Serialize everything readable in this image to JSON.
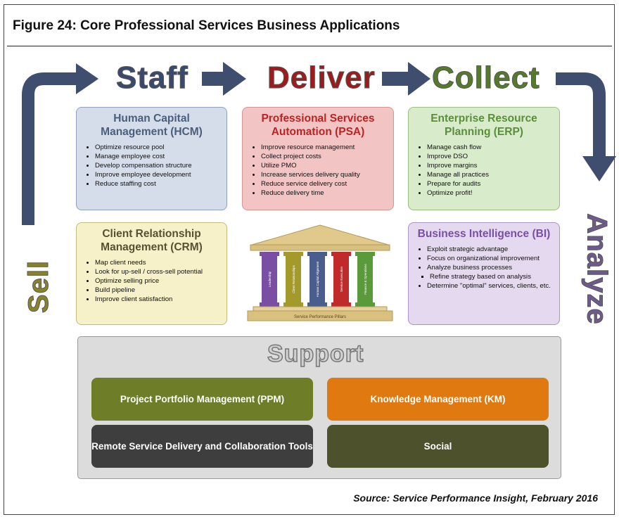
{
  "figure": {
    "title": "Figure 24:  Core Professional Services Business Applications",
    "source": "Source: Service Performance Insight, February 2016"
  },
  "flow": {
    "staff": "Staff",
    "deliver": "Deliver",
    "collect": "Collect",
    "sell": "Sell",
    "analyze": "Analyze"
  },
  "boxes": {
    "hcm": {
      "title": "Human Capital Management (HCM)",
      "items": [
        "Optimize resource pool",
        "Manage employee cost",
        "Develop compensation structure",
        "Improve employee development",
        "Reduce staffing cost"
      ]
    },
    "psa": {
      "title": "Professional Services Automation (PSA)",
      "items": [
        "Improve resource management",
        "Collect project costs",
        "Utilize PMO",
        "Increase services delivery quality",
        "Reduce service delivery cost",
        "Reduce delivery time"
      ]
    },
    "erp": {
      "title": "Enterprise Resource Planning (ERP)",
      "items": [
        "Manage cash flow",
        "Improve DSO",
        "Improve margins",
        "Manage all practices",
        "Prepare for audits",
        "Optimize profit!"
      ]
    },
    "crm": {
      "title": "Client Relationship Management (CRM)",
      "items": [
        "Map client needs",
        "Look for up-sell / cross-sell potential",
        "Optimize selling price",
        "Build pipeline",
        "Improve client satisfaction"
      ]
    },
    "bi": {
      "title": "Business Intelligence (BI)",
      "items": [
        "Exploit strategic advantage",
        "Focus on organizational improvement",
        "Analyze business processes"
      ],
      "subitems": [
        "Refine strategy based on analysis"
      ],
      "items_after": [
        "Determine \"optimal\" services, clients, etc."
      ]
    }
  },
  "temple": {
    "base_label": "Service Performance Pillars",
    "pillars": [
      {
        "label": "Leadership",
        "color": "#7a4fa3"
      },
      {
        "label": "Client Relationships",
        "color": "#a49a2c"
      },
      {
        "label": "Human Capital Alignment",
        "color": "#4a5e8e"
      },
      {
        "label": "Service Execution",
        "color": "#c02a2a"
      },
      {
        "label": "Finance & Operations",
        "color": "#5a9a3a"
      }
    ]
  },
  "support": {
    "heading": "Support",
    "ppm": "Project Portfolio Management (PPM)",
    "km": "Knowledge Management (KM)",
    "rsd": "Remote Service Delivery and Collaboration Tools",
    "social": "Social"
  },
  "colors": {
    "arrow": "#3f4d6e",
    "support_arrow": "#8a8a8a"
  }
}
